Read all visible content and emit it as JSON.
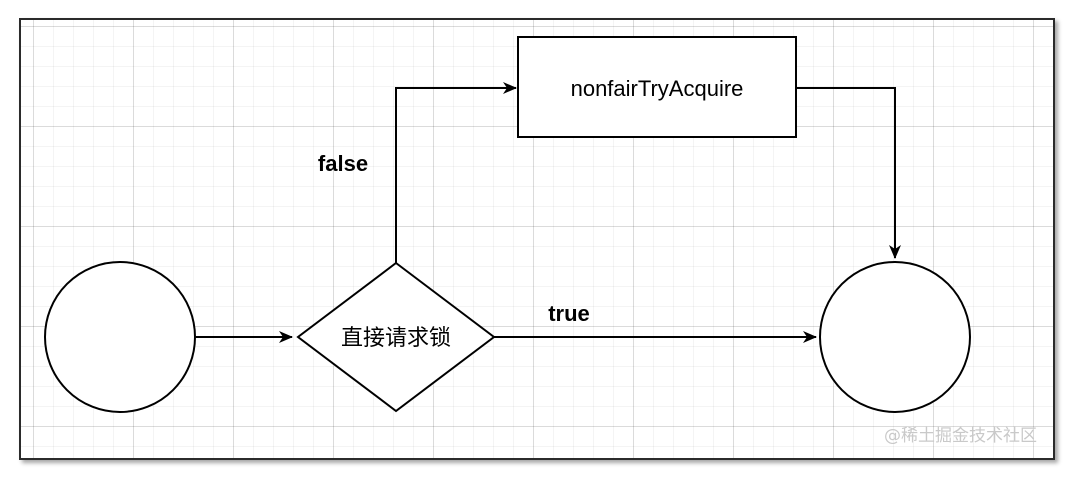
{
  "nodes": {
    "start_circle": "",
    "decision": "直接请求锁",
    "process": "nonfairTryAcquire",
    "end_circle": ""
  },
  "edges": {
    "false_label": "false",
    "true_label": "true"
  },
  "watermark": "@稀土掘金技术社区",
  "colors": {
    "stroke": "#000000",
    "grid": "#e6e6e6",
    "watermark": "#c9c9c9"
  }
}
